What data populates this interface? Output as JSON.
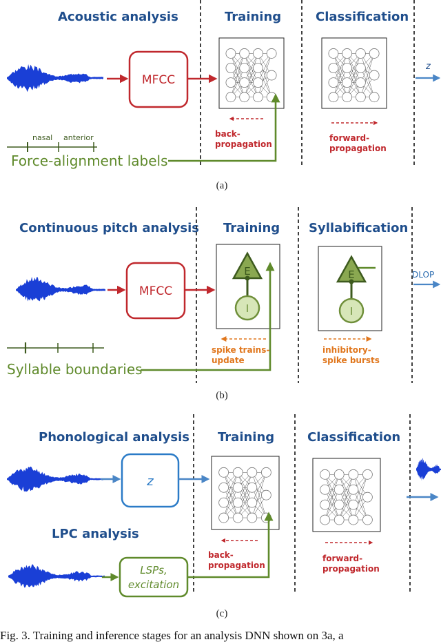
{
  "panel_a": {
    "title_acoustic": "Acoustic analysis",
    "title_training": "Training",
    "title_classification": "Classification",
    "box_label": "MFCC",
    "output_label": "z",
    "tick_label_1": "nasal",
    "tick_label_2": "anterior",
    "labels_text": "Force-alignment labels",
    "back_line1": "back-",
    "back_line2": "propagation",
    "fwd_line1": "forward-",
    "fwd_line2": "propagation",
    "caption": "(a)"
  },
  "panel_b": {
    "title_pitch": "Continuous pitch analysis",
    "title_training": "Training",
    "title_syllab": "Syllabification",
    "box_label": "MFCC",
    "output_label": "DLOP",
    "neuron_e": "E",
    "neuron_i": "I",
    "labels_text": "Syllable boundaries",
    "spike_line1": "spike trains-",
    "spike_line2": "update",
    "inhib_line1": "inhibitory-",
    "inhib_line2": "spike bursts",
    "caption": "(b)"
  },
  "panel_c": {
    "title_phono": "Phonological analysis",
    "title_training": "Training",
    "title_classification": "Classification",
    "title_lpc": "LPC analysis",
    "box_z": "z",
    "box_lsp_line1": "LSPs,",
    "box_lsp_line2": "excitation",
    "back_line1": "back-",
    "back_line2": "propagation",
    "fwd_line1": "forward-",
    "fwd_line2": "propagation",
    "caption": "(c)"
  },
  "figure_caption": "Fig. 3.  Training and inference stages for an analysis DNN shown on 3a, a",
  "colors": {
    "title_blue": "#1f4e8c",
    "wave_blue": "#1a3fd6",
    "mfcc_red": "#c0282d",
    "green": "#5f8a2b",
    "neuron_fill": "#d7e6b8",
    "orange": "#e0761c",
    "output_blue": "#4a86c6"
  }
}
